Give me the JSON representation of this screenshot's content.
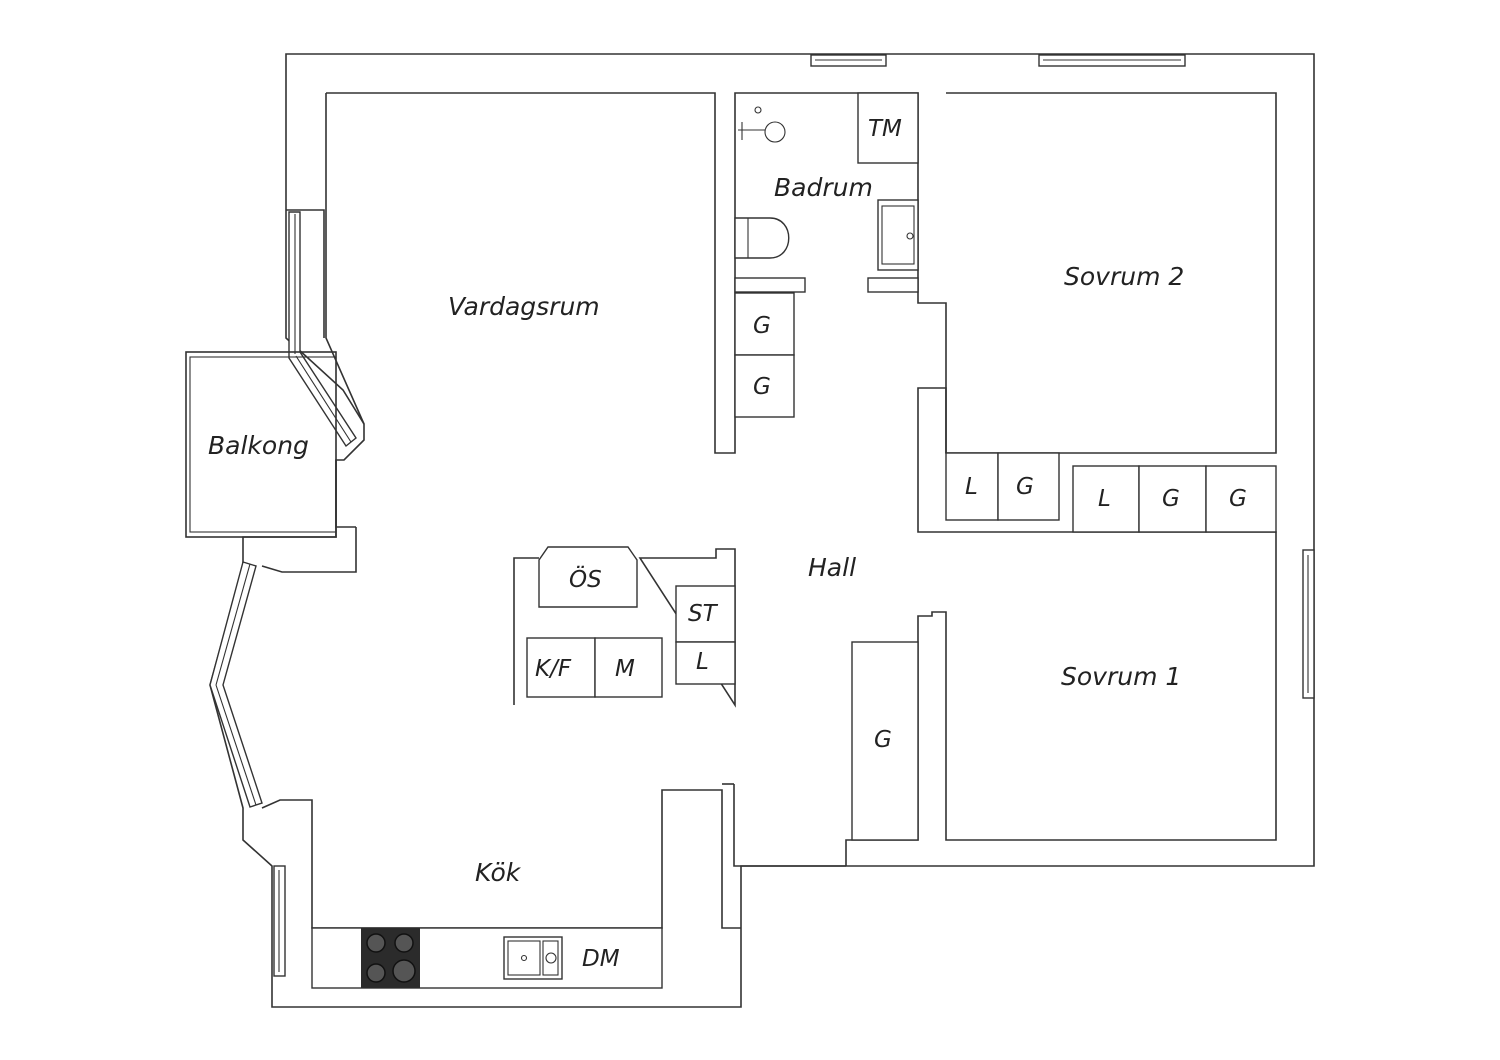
{
  "rooms": {
    "vardagsrum": "Vardagsrum",
    "badrum": "Badrum",
    "sovrum2": "Sovrum 2",
    "sovrum1": "Sovrum 1",
    "hall": "Hall",
    "kok": "Kök",
    "balkong": "Balkong"
  },
  "units": {
    "tm": "TM",
    "wardrobe_g": "G",
    "closet_l": "L",
    "os": "ÖS",
    "st": "ST",
    "kf": "K/F",
    "m": "M",
    "dm": "DM"
  }
}
